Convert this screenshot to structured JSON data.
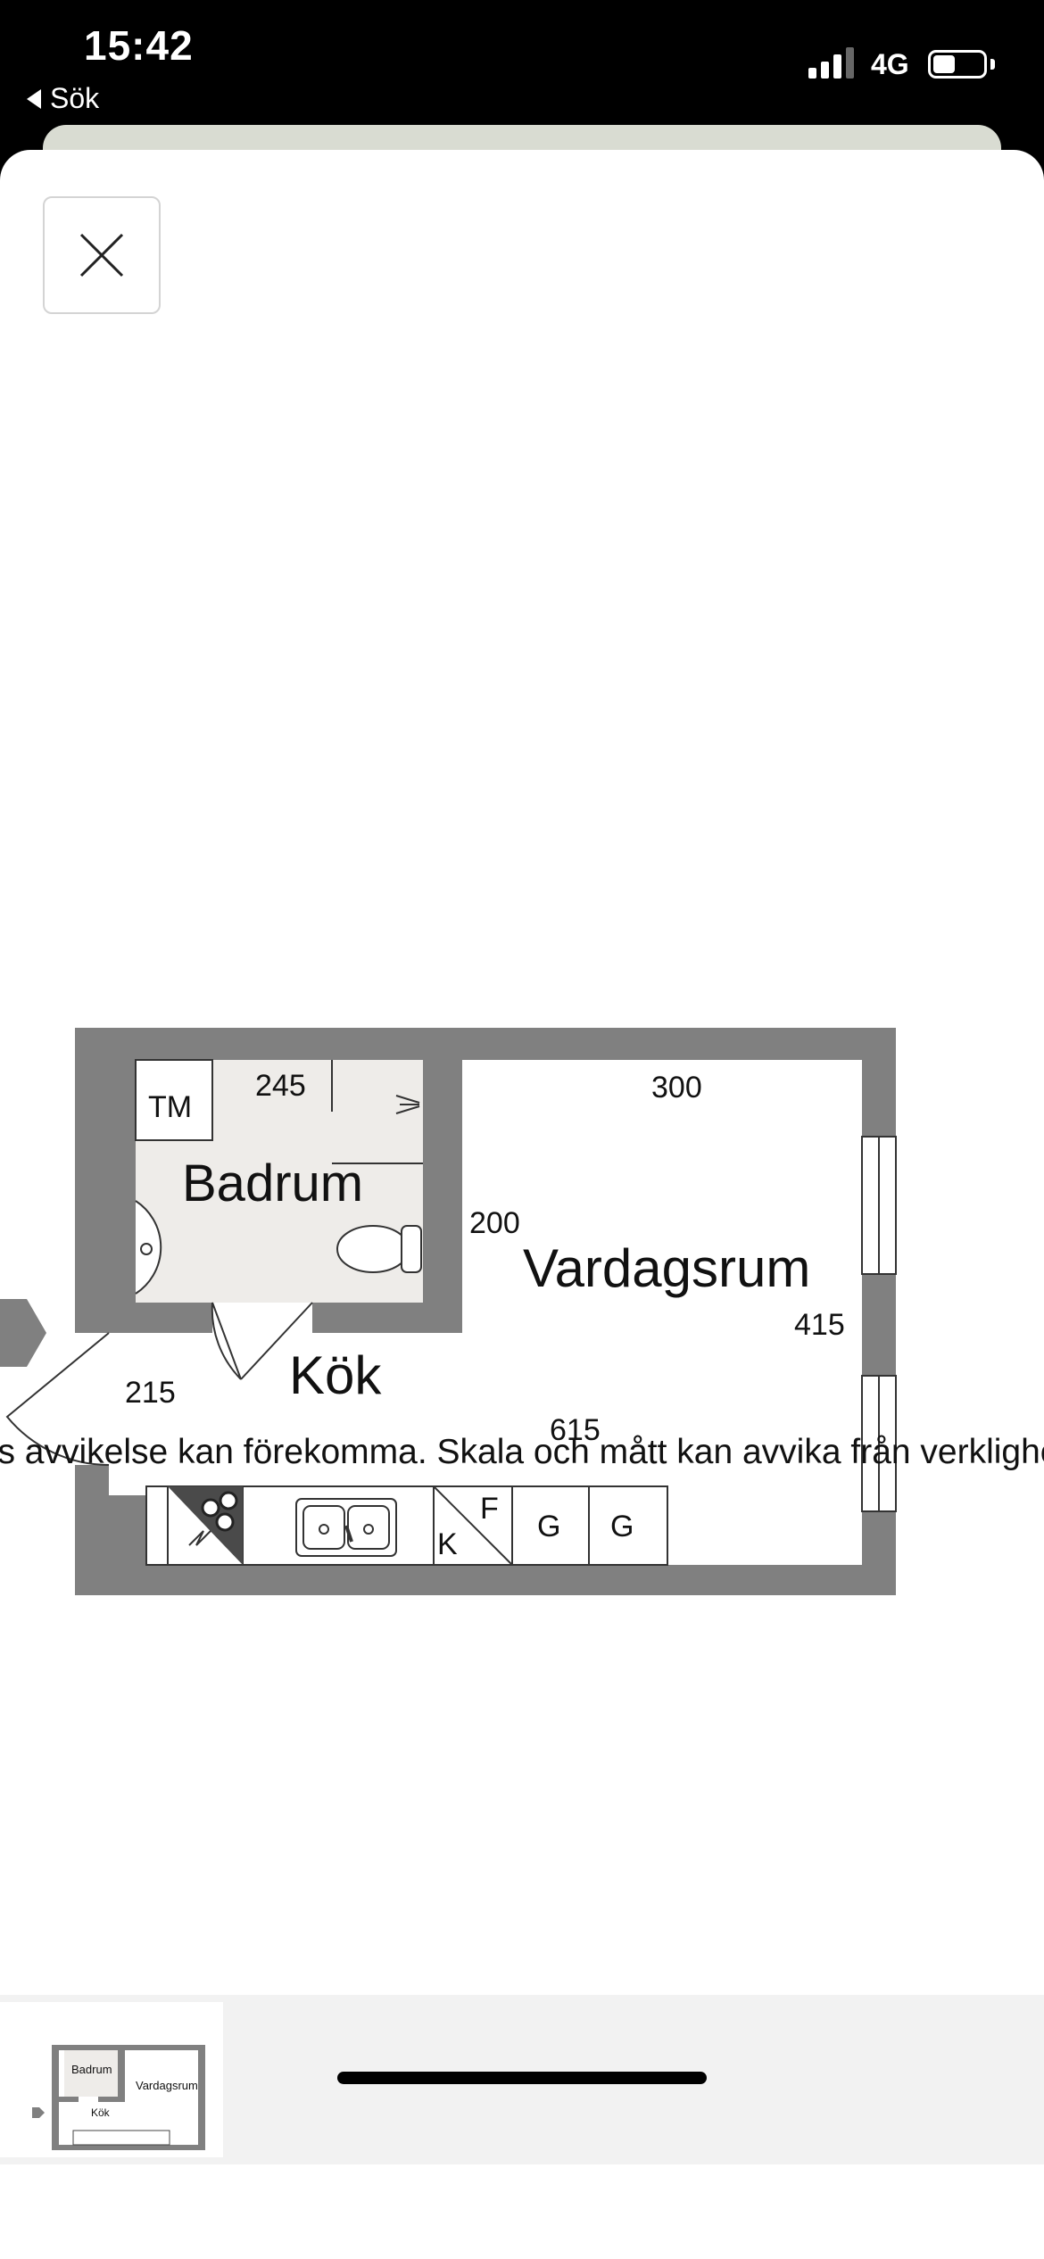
{
  "status_bar": {
    "time": "15:42",
    "back_label": "Sök",
    "network": "4G",
    "icons": [
      "back-arrow-icon",
      "signal-icon",
      "battery-icon"
    ]
  },
  "viewer": {
    "close_icon": "close-icon"
  },
  "floorplan": {
    "rooms": {
      "badrum": "Badrum",
      "vardagsrum": "Vardagsrum",
      "kok": "Kök"
    },
    "fixtures": {
      "tm": "TM",
      "f": "F",
      "k": "K",
      "g1": "G",
      "g2": "G"
    },
    "dimensions": {
      "badrum_width": "245",
      "vardagsrum_width": "300",
      "badrum_height": "200",
      "vardagsrum_height": "415",
      "entry_width": "215",
      "total_width": "615"
    }
  },
  "disclaimer": "Viss avvikelse kan förekomma. Skala och mått kan avvika från verkligheten.",
  "thumbnails": {
    "labels": {
      "badrum": "Badrum",
      "vardagsrum": "Vardagsrum",
      "kok": "Kök"
    }
  },
  "colors": {
    "wall": "#808080",
    "bathroom_floor": "#eeece9",
    "sheet_back": "#d9dcd2"
  }
}
